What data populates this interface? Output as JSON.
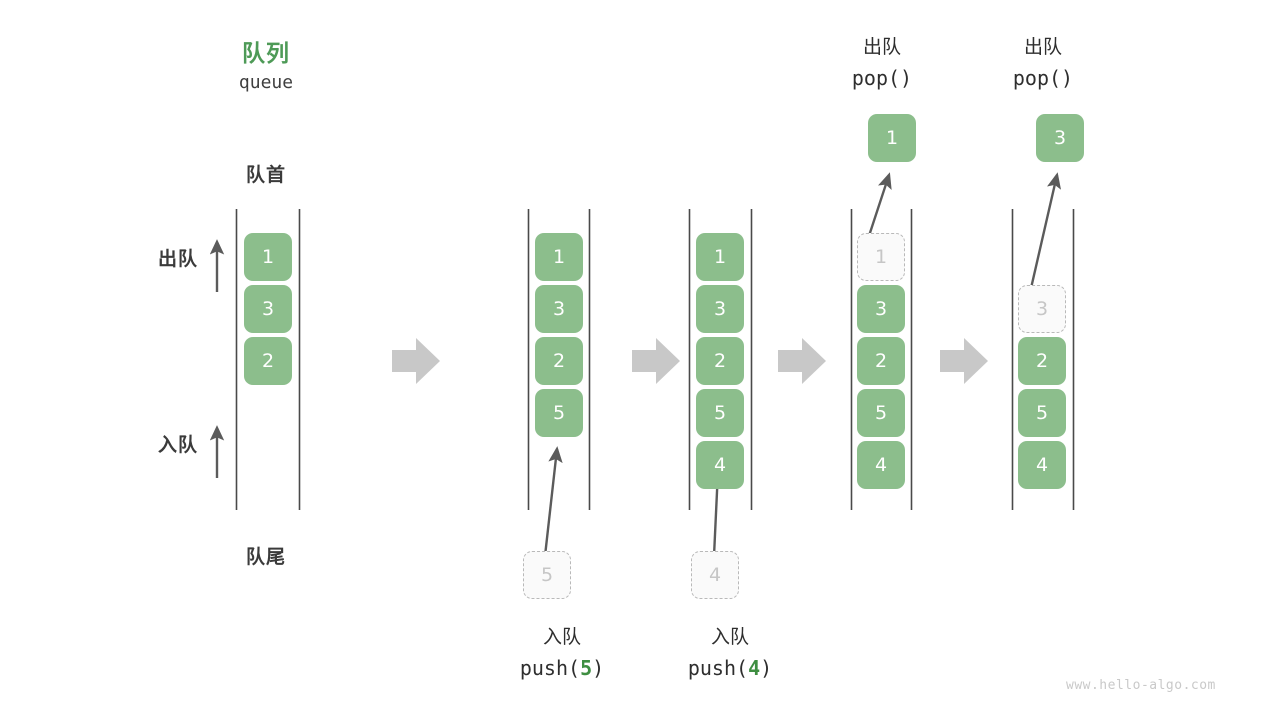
{
  "diagram": {
    "title_cn": "队列",
    "title_en": "queue",
    "front_label": "队首",
    "rear_label": "队尾",
    "dequeue_side_label": "出队",
    "enqueue_side_label": "入队",
    "watermark": "www.hello-algo.com",
    "colors": {
      "element_fill": "#8cbe8c",
      "element_text": "#ffffff",
      "ghost_fill": "#fafafa",
      "ghost_text": "#c6c6c6",
      "ghost_border": "#b9b9b9",
      "rail": "#4a4a4a",
      "arrow": "#5b5b5b",
      "transition_arrow": "#c8c8c8",
      "title_green": "#4e9a57",
      "code_green": "#3e8e41",
      "text": "#2e2e2e",
      "watermark": "#c9c9c9"
    },
    "steps": [
      {
        "id": "initial",
        "queue": [
          "1",
          "3",
          "2"
        ],
        "ghost_in_queue": null,
        "incoming": null,
        "outgoing": null,
        "caption_cn": null,
        "caption_code": null,
        "header_cn": null,
        "header_code": null
      },
      {
        "id": "push-5",
        "queue": [
          "1",
          "3",
          "2",
          "5"
        ],
        "ghost_in_queue": null,
        "incoming": "5",
        "outgoing": null,
        "caption_cn": "入队",
        "caption_code": "push(5)",
        "caption_code_arg": "5",
        "header_cn": null,
        "header_code": null
      },
      {
        "id": "push-4",
        "queue": [
          "1",
          "3",
          "2",
          "5",
          "4"
        ],
        "ghost_in_queue": null,
        "incoming": "4",
        "outgoing": null,
        "caption_cn": "入队",
        "caption_code": "push(4)",
        "caption_code_arg": "4",
        "header_cn": null,
        "header_code": null
      },
      {
        "id": "pop-1",
        "queue": [
          "1",
          "3",
          "2",
          "5",
          "4"
        ],
        "ghost_in_queue": "1",
        "ghost_index": 0,
        "incoming": null,
        "outgoing": "1",
        "caption_cn": null,
        "caption_code": null,
        "header_cn": "出队",
        "header_code": "pop()"
      },
      {
        "id": "pop-3",
        "queue": [
          "3",
          "2",
          "5",
          "4"
        ],
        "ghost_in_queue": "3",
        "ghost_index": 0,
        "incoming": null,
        "outgoing": "3",
        "caption_cn": null,
        "caption_code": null,
        "header_cn": "出队",
        "header_code": "pop()"
      }
    ],
    "transition_arrows": 4
  }
}
